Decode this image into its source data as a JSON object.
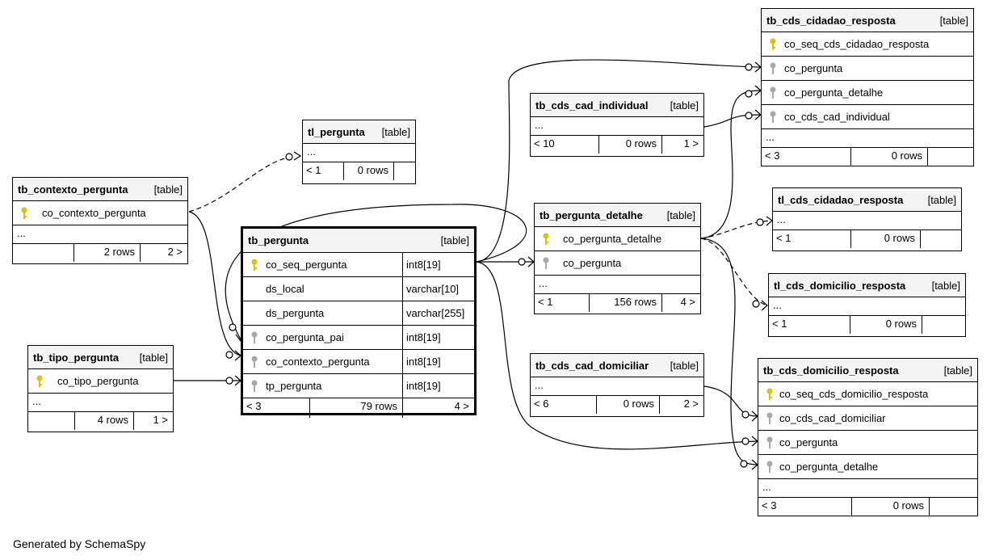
{
  "footer_credit": "Generated by SchemaSpy",
  "kind_label": "[table]",
  "ellipsis": "...",
  "colors": {
    "key_primary": "#e0c000",
    "key_foreign": "#a8a8a8",
    "header_bg": "#f4f4f4"
  },
  "tables": {
    "tl_pergunta": {
      "name": "tl_pergunta",
      "foot": [
        "< 1",
        "0 rows",
        ""
      ]
    },
    "tb_contexto_pergunta": {
      "name": "tb_contexto_pergunta",
      "columns": [
        {
          "name": "co_contexto_pergunta",
          "key": "primary"
        }
      ],
      "foot": [
        "",
        "2 rows",
        "2 >"
      ]
    },
    "tb_tipo_pergunta": {
      "name": "tb_tipo_pergunta",
      "columns": [
        {
          "name": "co_tipo_pergunta",
          "key": "primary"
        }
      ],
      "foot": [
        "",
        "4 rows",
        "1 >"
      ]
    },
    "tb_pergunta": {
      "name": "tb_pergunta",
      "columns": [
        {
          "name": "co_seq_pergunta",
          "type": "int8[19]",
          "key": "primary"
        },
        {
          "name": "ds_local",
          "type": "varchar[10]",
          "key": ""
        },
        {
          "name": "ds_pergunta",
          "type": "varchar[255]",
          "key": ""
        },
        {
          "name": "co_pergunta_pai",
          "type": "int8[19]",
          "key": "foreign"
        },
        {
          "name": "co_contexto_pergunta",
          "type": "int8[19]",
          "key": "foreign"
        },
        {
          "name": "tp_pergunta",
          "type": "int8[19]",
          "key": "foreign"
        }
      ],
      "foot": [
        "< 3",
        "79 rows",
        "4 >"
      ]
    },
    "tb_cds_cad_individual": {
      "name": "tb_cds_cad_individual",
      "foot": [
        "< 10",
        "0 rows",
        "1 >"
      ]
    },
    "tb_pergunta_detalhe": {
      "name": "tb_pergunta_detalhe",
      "columns": [
        {
          "name": "co_pergunta_detalhe",
          "key": "primary"
        },
        {
          "name": "co_pergunta",
          "key": "foreign"
        }
      ],
      "foot": [
        "< 1",
        "156 rows",
        "4 >"
      ]
    },
    "tb_cds_cad_domiciliar": {
      "name": "tb_cds_cad_domiciliar",
      "foot": [
        "< 6",
        "0 rows",
        "2 >"
      ]
    },
    "tb_cds_cidadao_resposta": {
      "name": "tb_cds_cidadao_resposta",
      "columns": [
        {
          "name": "co_seq_cds_cidadao_resposta",
          "key": "primary"
        },
        {
          "name": "co_pergunta",
          "key": "foreign"
        },
        {
          "name": "co_pergunta_detalhe",
          "key": "foreign"
        },
        {
          "name": "co_cds_cad_individual",
          "key": "foreign"
        }
      ],
      "foot": [
        "< 3",
        "0 rows",
        ""
      ]
    },
    "tl_cds_cidadao_resposta": {
      "name": "tl_cds_cidadao_resposta",
      "foot": [
        "< 1",
        "0 rows",
        ""
      ]
    },
    "tl_cds_domicilio_resposta": {
      "name": "tl_cds_domicilio_resposta",
      "foot": [
        "< 1",
        "0 rows",
        ""
      ]
    },
    "tb_cds_domicilio_resposta": {
      "name": "tb_cds_domicilio_resposta",
      "columns": [
        {
          "name": "co_seq_cds_domicilio_resposta",
          "key": "primary"
        },
        {
          "name": "co_cds_cad_domiciliar",
          "key": "foreign"
        },
        {
          "name": "co_pergunta",
          "key": "foreign"
        },
        {
          "name": "co_pergunta_detalhe",
          "key": "foreign"
        }
      ],
      "foot": [
        "< 3",
        "0 rows",
        ""
      ]
    }
  }
}
